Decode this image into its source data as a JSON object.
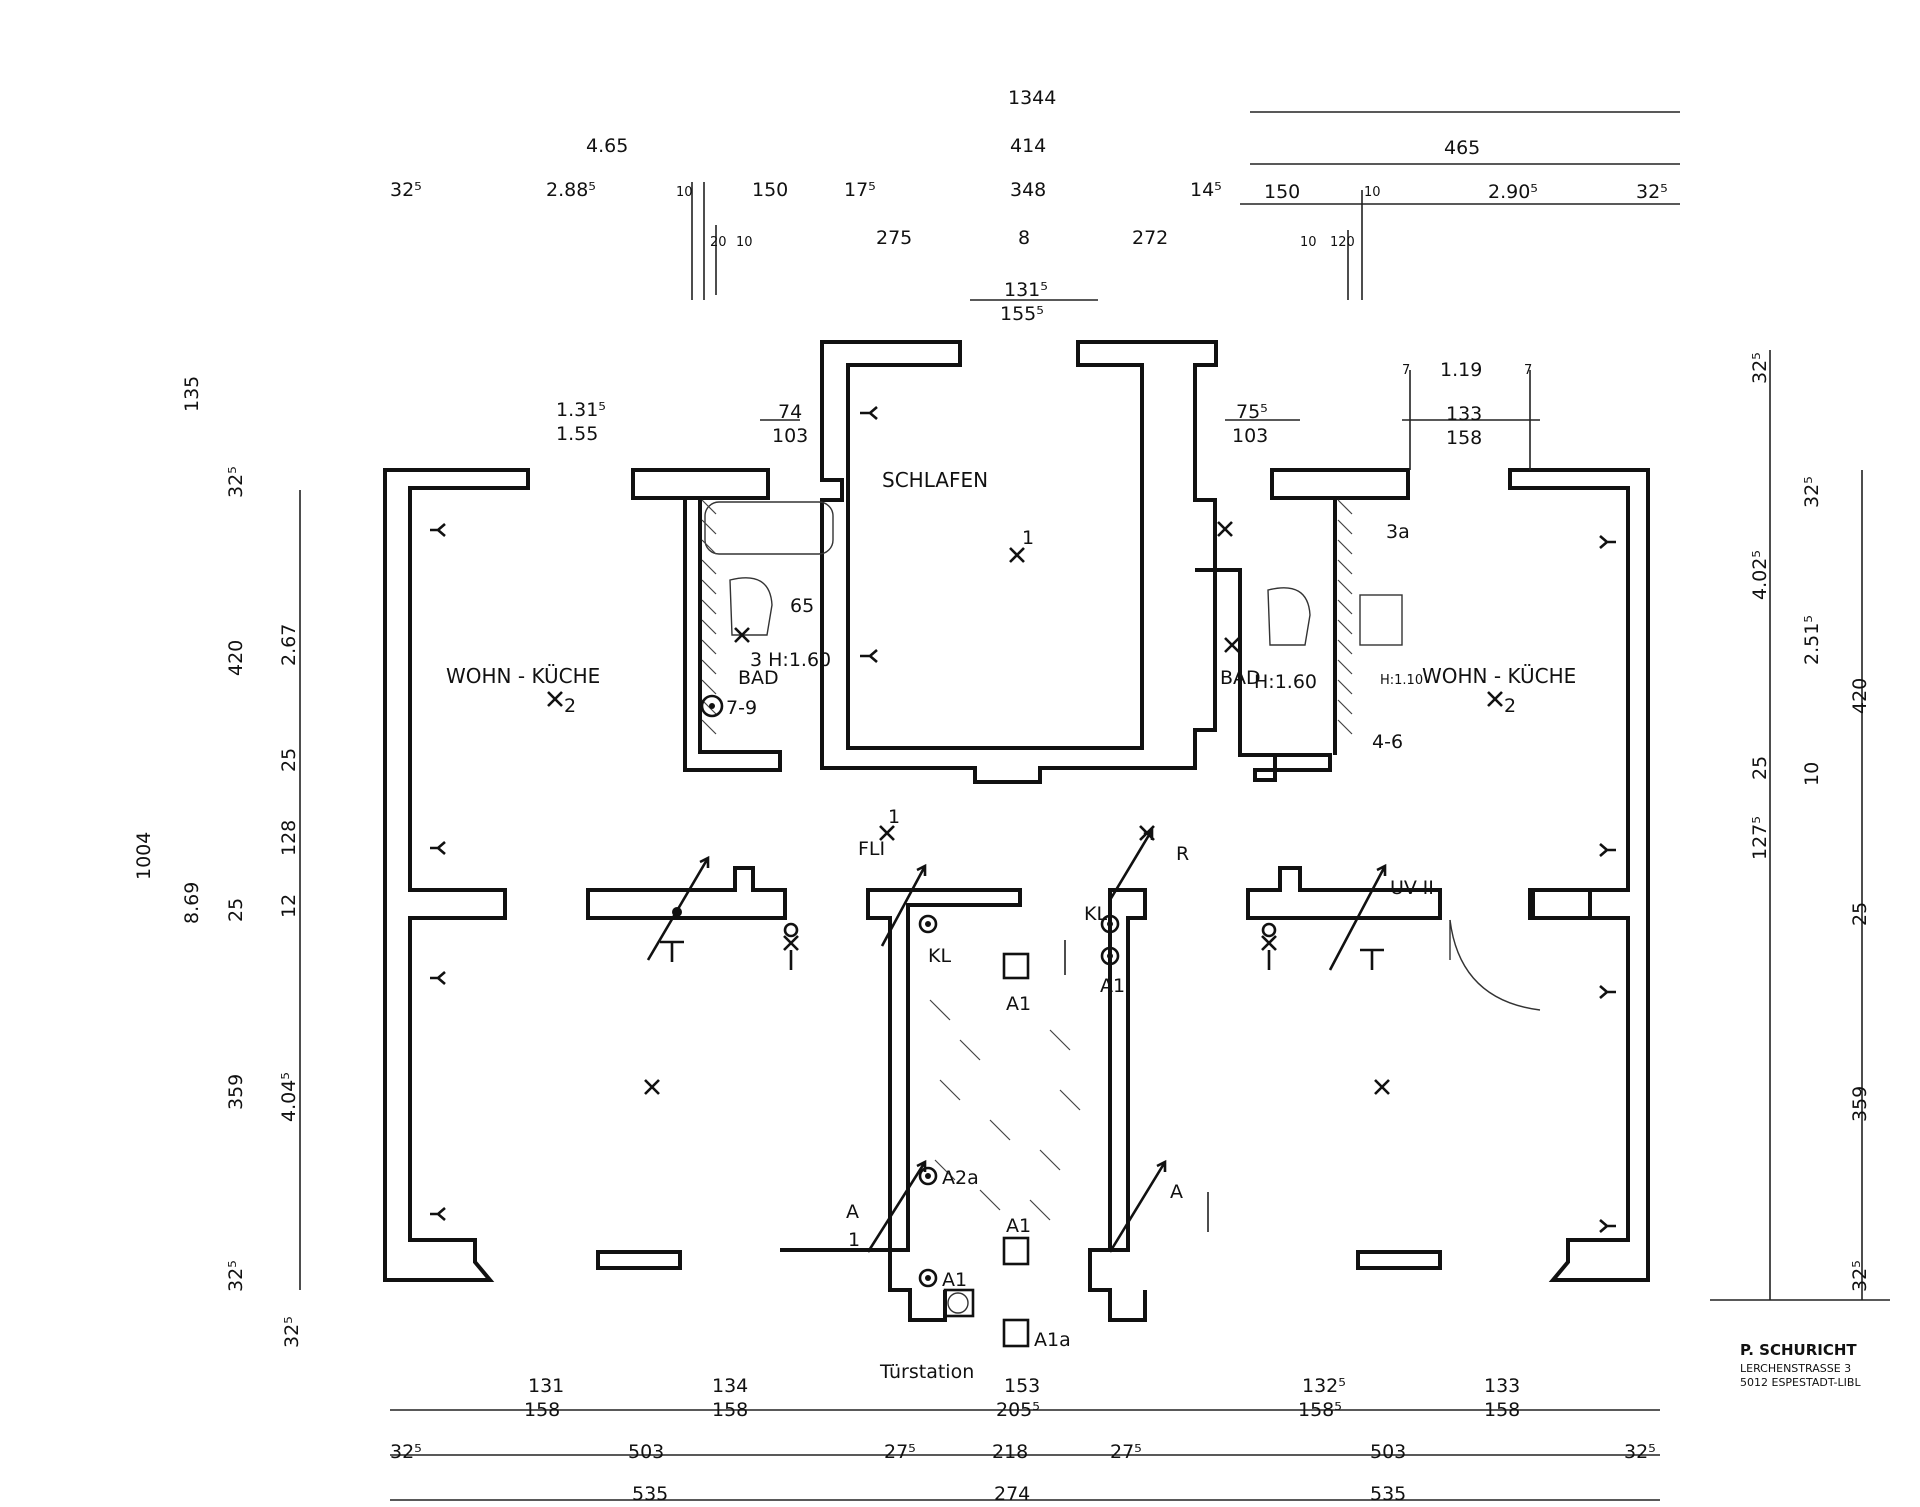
{
  "rooms": [
    {
      "name": "SCHLAFEN",
      "marker": "1"
    },
    {
      "name": "WOHN - KÜCHE",
      "marker": "2"
    },
    {
      "name": "WOHN - KÜCHE",
      "marker": "2"
    },
    {
      "name": "BAD",
      "marker": ""
    },
    {
      "name": "BAD",
      "marker": ""
    },
    {
      "name": "FLI",
      "marker": "1"
    }
  ],
  "labels": {
    "bad_left_height": "3 H:1.60",
    "bad_right_height": "H:1.60",
    "kueche_right_height": "H:1.10",
    "tuerstation": "Türstation",
    "uv": "UV-II",
    "r": "R",
    "kl_left": "KL",
    "kl_right": "KL",
    "a1_top": "A1",
    "a1_right": "A1",
    "a1_mid": "A1",
    "a1_bottom": "A1",
    "a1a": "A1a",
    "a2a": "A2a",
    "range_left": "7-9",
    "range_right": "4-6",
    "k3a": "3a",
    "a_left": "A",
    "a_right": "A"
  },
  "dims_top": {
    "total": "1344",
    "left_465": "4.65",
    "mid_414": "414",
    "right_465": "465",
    "d325_l": "32⁵",
    "d288": "2.88⁵",
    "d10": "10",
    "d150_l": "150",
    "d175": "17⁵",
    "d348": "348",
    "d145": "14⁵",
    "d150_r": "150",
    "d10_r": "10",
    "d2905": "2.90⁵",
    "d325_r": "32⁵",
    "d20": "20",
    "d10b": "10",
    "d275": "275",
    "d8": "8",
    "d272": "272",
    "d10c": "10",
    "d120": "120",
    "d1315": "131⁵",
    "d1555": "155⁵",
    "d131l": "1.31⁵",
    "d155l": "1.55",
    "d74": "74",
    "d103l": "103",
    "d755": "75⁵",
    "d103r": "103",
    "d119": "1.19",
    "d133": "133",
    "d158": "158",
    "d7a": "7",
    "d7b": "7",
    "d65": "65"
  },
  "dims_left": [
    "135",
    "32⁵",
    "420",
    "2.67",
    "25",
    "128",
    "1004",
    "8.69",
    "25",
    "12",
    "359",
    "4.04⁵",
    "32⁵",
    "32⁵"
  ],
  "dims_right": [
    "32⁵",
    "32⁵",
    "4.02⁵",
    "2.51⁵",
    "420",
    "25",
    "10",
    "127⁵",
    "25",
    "359",
    "32⁵"
  ],
  "dims_bottom": {
    "b131": "131",
    "b158a": "158",
    "b134": "134",
    "b158b": "158",
    "b153": "153",
    "b2055": "205⁵",
    "b1325": "132⁵",
    "b1585": "158⁵",
    "b133": "133",
    "b158c": "158",
    "b325l": "32⁵",
    "b503l": "503",
    "b275l": "27⁵",
    "b218": "218",
    "b275r": "27⁵",
    "b503r": "503",
    "b325r": "32⁵",
    "b535l": "535",
    "b274": "274",
    "b535r": "535"
  },
  "architect": {
    "name": "P. SCHURICHT",
    "street": "LERCHENSTRASSE 3",
    "city": "5012 ESPESTADT-LIBL"
  }
}
